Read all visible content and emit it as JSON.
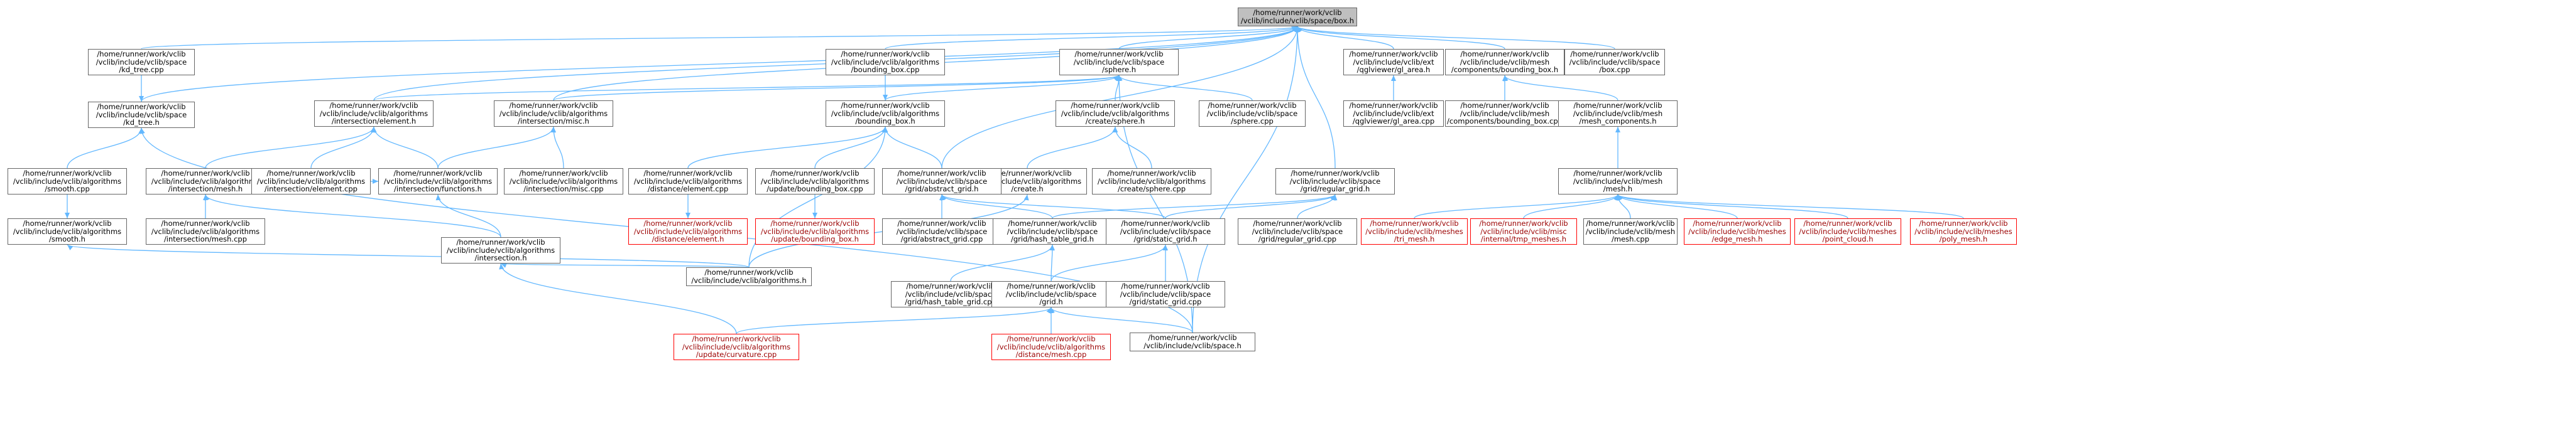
{
  "graph": {
    "colors": {
      "edge": "#63b8ff",
      "node_border": "#666666",
      "focus_fill": "#bfbfbf",
      "missing_border": "#ff0000"
    },
    "nodes": [
      {
        "id": "box_h",
        "label": "/home/runner/work/vclib\n/vclib/include/vclib/space/box.h",
        "style": "focus"
      },
      {
        "id": "kdtree_cpp",
        "label": "/home/runner/work/vclib\n/vclib/include/vclib/space\n/kd_tree.cpp"
      },
      {
        "id": "kdtree_h",
        "label": "/home/runner/work/vclib\n/vclib/include/vclib/space\n/kd_tree.h"
      },
      {
        "id": "smooth_cpp",
        "label": "/home/runner/work/vclib\n/vclib/include/vclib/algorithms\n/smooth.cpp"
      },
      {
        "id": "smooth_h",
        "label": "/home/runner/work/vclib\n/vclib/include/vclib/algorithms\n/smooth.h"
      },
      {
        "id": "isect_mesh_h",
        "label": "/home/runner/work/vclib\n/vclib/include/vclib/algorithms\n/intersection/mesh.h"
      },
      {
        "id": "isect_mesh_cpp",
        "label": "/home/runner/work/vclib\n/vclib/include/vclib/algorithms\n/intersection/mesh.cpp"
      },
      {
        "id": "isect_elem_h",
        "label": "/home/runner/work/vclib\n/vclib/include/vclib/algorithms\n/intersection/element.h"
      },
      {
        "id": "isect_elem_cpp",
        "label": "/home/runner/work/vclib\n/vclib/include/vclib/algorithms\n/intersection/element.cpp"
      },
      {
        "id": "isect_funcs_h",
        "label": "/home/runner/work/vclib\n/vclib/include/vclib/algorithms\n/intersection/functions.h"
      },
      {
        "id": "isect_misc_h",
        "label": "/home/runner/work/vclib\n/vclib/include/vclib/algorithms\n/intersection/misc.h"
      },
      {
        "id": "isect_misc_cpp",
        "label": "/home/runner/work/vclib\n/vclib/include/vclib/algorithms\n/intersection/misc.cpp"
      },
      {
        "id": "isect_h",
        "label": "/home/runner/work/vclib\n/vclib/include/vclib/algorithms\n/intersection.h"
      },
      {
        "id": "algorithms_h",
        "label": "/home/runner/work/vclib\n/vclib/include/vclib/algorithms.h"
      },
      {
        "id": "upd_curv_cpp",
        "label": "/home/runner/work/vclib\n/vclib/include/vclib/algorithms\n/update/curvature.cpp",
        "style": "missing"
      },
      {
        "id": "bbox_cpp",
        "label": "/home/runner/work/vclib\n/vclib/include/vclib/algorithms\n/bounding_box.cpp"
      },
      {
        "id": "bbox_h",
        "label": "/home/runner/work/vclib\n/vclib/include/vclib/algorithms\n/bounding_box.h"
      },
      {
        "id": "dist_elem_cpp",
        "label": "/home/runner/work/vclib\n/vclib/include/vclib/algorithms\n/distance/element.cpp"
      },
      {
        "id": "dist_elem_h",
        "label": "/home/runner/work/vclib\n/vclib/include/vclib/algorithms\n/distance/element.h",
        "style": "missing"
      },
      {
        "id": "upd_bbox_cpp",
        "label": "/home/runner/work/vclib\n/vclib/include/vclib/algorithms\n/update/bounding_box.cpp"
      },
      {
        "id": "upd_bbox_h",
        "label": "/home/runner/work/vclib\n/vclib/include/vclib/algorithms\n/update/bounding_box.h",
        "style": "missing"
      },
      {
        "id": "sphere_h",
        "label": "/home/runner/work/vclib\n/vclib/include/vclib/space\n/sphere.h"
      },
      {
        "id": "sphere_cpp",
        "label": "/home/runner/work/vclib\n/vclib/include/vclib/space\n/sphere.cpp"
      },
      {
        "id": "create_sphere_h",
        "label": "/home/runner/work/vclib\n/vclib/include/vclib/algorithms\n/create/sphere.h"
      },
      {
        "id": "create_sphere_cpp",
        "label": "/home/runner/work/vclib\n/vclib/include/vclib/algorithms\n/create/sphere.cpp"
      },
      {
        "id": "create_h",
        "label": "/home/runner/work/vclib\n/vclib/include/vclib/algorithms\n/create.h"
      },
      {
        "id": "grid_abs_h",
        "label": "/home/runner/work/vclib\n/vclib/include/vclib/space\n/grid/abstract_grid.h"
      },
      {
        "id": "grid_abs_cpp",
        "label": "/home/runner/work/vclib\n/vclib/include/vclib/space\n/grid/abstract_grid.cpp"
      },
      {
        "id": "grid_hash_h",
        "label": "/home/runner/work/vclib\n/vclib/include/vclib/space\n/grid/hash_table_grid.h"
      },
      {
        "id": "grid_hash_cpp",
        "label": "/home/runner/work/vclib\n/vclib/include/vclib/space\n/grid/hash_table_grid.cpp"
      },
      {
        "id": "grid_h",
        "label": "/home/runner/work/vclib\n/vclib/include/vclib/space\n/grid.h"
      },
      {
        "id": "dist_mesh_cpp",
        "label": "/home/runner/work/vclib\n/vclib/include/vclib/algorithms\n/distance/mesh.cpp",
        "style": "missing"
      },
      {
        "id": "space_h",
        "label": "/home/runner/work/vclib\n/vclib/include/vclib/space.h"
      },
      {
        "id": "grid_static_h",
        "label": "/home/runner/work/vclib\n/vclib/include/vclib/space\n/grid/static_grid.h"
      },
      {
        "id": "grid_static_cpp",
        "label": "/home/runner/work/vclib\n/vclib/include/vclib/space\n/grid/static_grid.cpp"
      },
      {
        "id": "grid_reg_h",
        "label": "/home/runner/work/vclib\n/vclib/include/vclib/space\n/grid/regular_grid.h"
      },
      {
        "id": "grid_reg_cpp",
        "label": "/home/runner/work/vclib\n/vclib/include/vclib/space\n/grid/regular_grid.cpp"
      },
      {
        "id": "gl_area_h",
        "label": "/home/runner/work/vclib\n/vclib/include/vclib/ext\n/qglviewer/gl_area.h"
      },
      {
        "id": "gl_area_cpp",
        "label": "/home/runner/work/vclib\n/vclib/include/vclib/ext\n/qglviewer/gl_area.cpp"
      },
      {
        "id": "comp_bbox_h",
        "label": "/home/runner/work/vclib\n/vclib/include/vclib/mesh\n/components/bounding_box.h"
      },
      {
        "id": "comp_bbox_cpp",
        "label": "/home/runner/work/vclib\n/vclib/include/vclib/mesh\n/components/bounding_box.cpp"
      },
      {
        "id": "mesh_comp_h",
        "label": "/home/runner/work/vclib\n/vclib/include/vclib/mesh\n/mesh_components.h"
      },
      {
        "id": "mesh_h",
        "label": "/home/runner/work/vclib\n/vclib/include/vclib/mesh\n/mesh.h"
      },
      {
        "id": "tri_mesh_h",
        "label": "/home/runner/work/vclib\n/vclib/include/vclib/meshes\n/tri_mesh.h",
        "style": "missing"
      },
      {
        "id": "tmp_meshes_h",
        "label": "/home/runner/work/vclib\n/vclib/include/vclib/misc\n/internal/tmp_meshes.h",
        "style": "missing"
      },
      {
        "id": "mesh_cpp",
        "label": "/home/runner/work/vclib\n/vclib/include/vclib/mesh\n/mesh.cpp"
      },
      {
        "id": "edge_mesh_h",
        "label": "/home/runner/work/vclib\n/vclib/include/vclib/meshes\n/edge_mesh.h",
        "style": "missing"
      },
      {
        "id": "point_cloud_h",
        "label": "/home/runner/work/vclib\n/vclib/include/vclib/meshes\n/point_cloud.h",
        "style": "missing"
      },
      {
        "id": "poly_mesh_h",
        "label": "/home/runner/work/vclib\n/vclib/include/vclib/meshes\n/poly_mesh.h",
        "style": "missing"
      },
      {
        "id": "box_cpp",
        "label": "/home/runner/work/vclib\n/vclib/include/vclib/space\n/box.cpp"
      }
    ],
    "edges": [
      [
        "box_h",
        "kdtree_cpp"
      ],
      [
        "box_h",
        "kdtree_h"
      ],
      [
        "box_h",
        "isect_elem_h"
      ],
      [
        "box_h",
        "isect_misc_h"
      ],
      [
        "box_h",
        "bbox_cpp"
      ],
      [
        "box_h",
        "sphere_h"
      ],
      [
        "box_h",
        "grid_abs_h"
      ],
      [
        "box_h",
        "grid_reg_h"
      ],
      [
        "box_h",
        "space_h"
      ],
      [
        "box_h",
        "gl_area_h"
      ],
      [
        "box_h",
        "comp_bbox_h"
      ],
      [
        "box_h",
        "box_cpp"
      ],
      [
        "kdtree_h",
        "kdtree_cpp"
      ],
      [
        "kdtree_h",
        "smooth_cpp"
      ],
      [
        "kdtree_h",
        "space_h"
      ],
      [
        "smooth_h",
        "smooth_cpp"
      ],
      [
        "smooth_h",
        "algorithms_h"
      ],
      [
        "isect_elem_h",
        "isect_elem_cpp"
      ],
      [
        "isect_elem_h",
        "isect_mesh_h"
      ],
      [
        "isect_elem_h",
        "isect_funcs_h"
      ],
      [
        "isect_mesh_h",
        "isect_mesh_cpp"
      ],
      [
        "isect_mesh_h",
        "isect_h"
      ],
      [
        "isect_misc_h",
        "isect_misc_cpp"
      ],
      [
        "isect_misc_h",
        "isect_funcs_h"
      ],
      [
        "isect_funcs_h",
        "isect_elem_cpp"
      ],
      [
        "isect_funcs_h",
        "isect_h"
      ],
      [
        "isect_h",
        "algorithms_h"
      ],
      [
        "isect_h",
        "upd_curv_cpp"
      ],
      [
        "bbox_h",
        "bbox_cpp"
      ],
      [
        "bbox_h",
        "dist_elem_cpp"
      ],
      [
        "bbox_h",
        "upd_bbox_cpp"
      ],
      [
        "bbox_h",
        "grid_abs_h"
      ],
      [
        "bbox_h",
        "algorithms_h"
      ],
      [
        "dist_elem_h",
        "dist_elem_cpp"
      ],
      [
        "upd_bbox_h",
        "upd_bbox_cpp"
      ],
      [
        "sphere_h",
        "sphere_cpp"
      ],
      [
        "sphere_h",
        "isect_elem_h"
      ],
      [
        "sphere_h",
        "isect_misc_h"
      ],
      [
        "sphere_h",
        "bbox_h"
      ],
      [
        "sphere_h",
        "create_sphere_h"
      ],
      [
        "sphere_h",
        "space_h"
      ],
      [
        "create_sphere_h",
        "create_sphere_cpp"
      ],
      [
        "create_sphere_h",
        "create_h"
      ],
      [
        "create_h",
        "algorithms_h"
      ],
      [
        "grid_abs_h",
        "grid_abs_cpp"
      ],
      [
        "grid_abs_h",
        "grid_hash_h"
      ],
      [
        "grid_abs_h",
        "grid_static_h"
      ],
      [
        "grid_hash_h",
        "grid_hash_cpp"
      ],
      [
        "grid_hash_h",
        "grid_h"
      ],
      [
        "grid_static_h",
        "grid_static_cpp"
      ],
      [
        "grid_static_h",
        "grid_h"
      ],
      [
        "grid_h",
        "dist_mesh_cpp"
      ],
      [
        "grid_h",
        "space_h"
      ],
      [
        "grid_h",
        "upd_curv_cpp"
      ],
      [
        "grid_reg_h",
        "grid_reg_cpp"
      ],
      [
        "grid_reg_h",
        "grid_hash_h"
      ],
      [
        "grid_reg_h",
        "grid_static_h"
      ],
      [
        "gl_area_h",
        "gl_area_cpp"
      ],
      [
        "comp_bbox_h",
        "comp_bbox_cpp"
      ],
      [
        "comp_bbox_h",
        "mesh_comp_h"
      ],
      [
        "mesh_comp_h",
        "mesh_h"
      ],
      [
        "mesh_h",
        "tri_mesh_h"
      ],
      [
        "mesh_h",
        "tmp_meshes_h"
      ],
      [
        "mesh_h",
        "mesh_cpp"
      ],
      [
        "mesh_h",
        "edge_mesh_h"
      ],
      [
        "mesh_h",
        "point_cloud_h"
      ],
      [
        "mesh_h",
        "poly_mesh_h"
      ]
    ]
  }
}
